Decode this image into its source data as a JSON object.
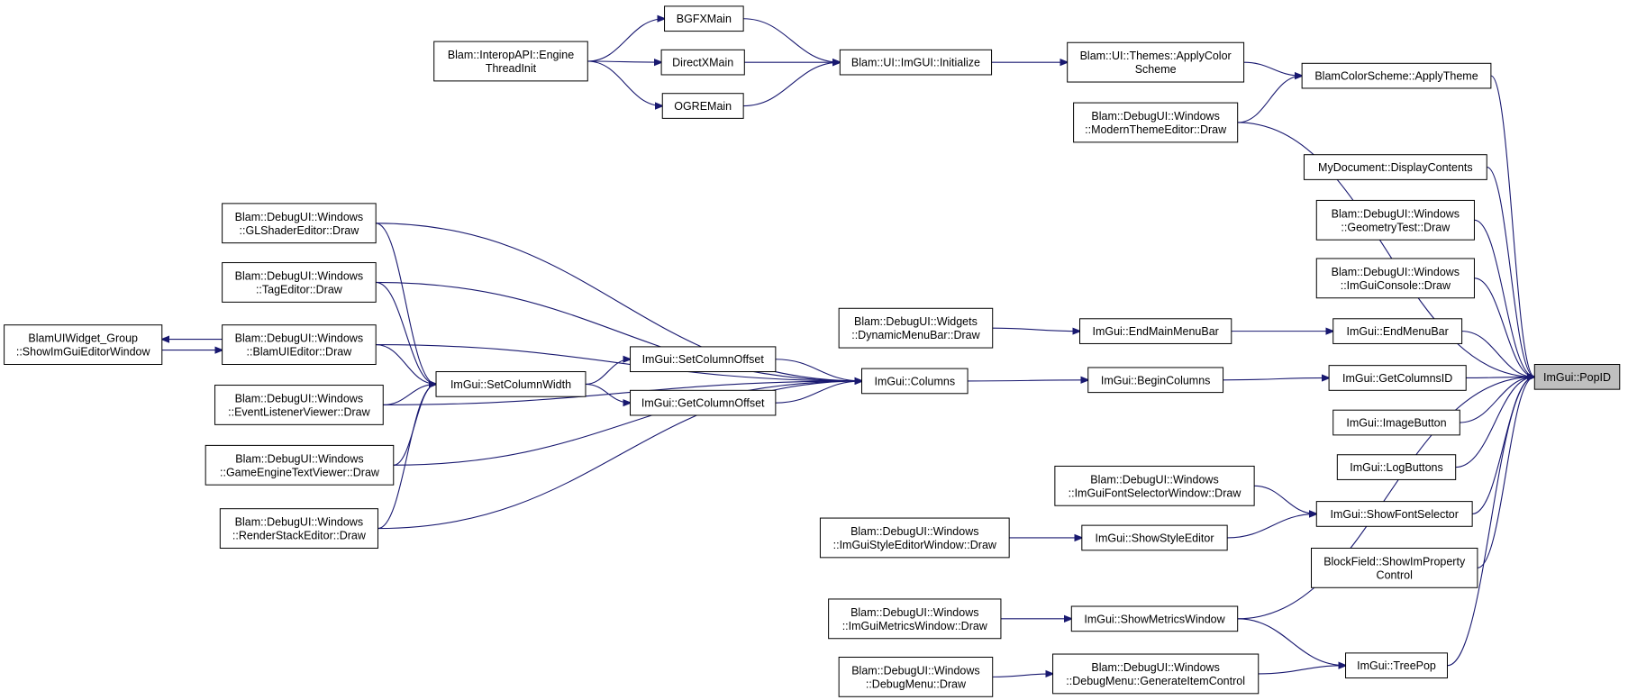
{
  "diagram": {
    "nodes": [
      {
        "id": "popid",
        "label": [
          "ImGui::PopID"
        ],
        "highlight": true
      },
      {
        "id": "engine",
        "label": [
          "Blam::InteropAPI::Engine",
          "ThreadInit"
        ]
      },
      {
        "id": "bgfx",
        "label": [
          "BGFXMain"
        ]
      },
      {
        "id": "dx",
        "label": [
          "DirectXMain"
        ]
      },
      {
        "id": "ogre",
        "label": [
          "OGREMain"
        ]
      },
      {
        "id": "init",
        "label": [
          "Blam::UI::ImGUI::Initialize"
        ]
      },
      {
        "id": "applycolor",
        "label": [
          "Blam::UI::Themes::ApplyColor",
          "Scheme"
        ]
      },
      {
        "id": "applytheme",
        "label": [
          "BlamColorScheme::ApplyTheme"
        ]
      },
      {
        "id": "modern",
        "label": [
          "Blam::DebugUI::Windows",
          "::ModernThemeEditor::Draw"
        ]
      },
      {
        "id": "mydoc",
        "label": [
          "MyDocument::DisplayContents"
        ]
      },
      {
        "id": "geomtest",
        "label": [
          "Blam::DebugUI::Windows",
          "::GeometryTest::Draw"
        ]
      },
      {
        "id": "console",
        "label": [
          "Blam::DebugUI::Windows",
          "::ImGuiConsole::Draw"
        ]
      },
      {
        "id": "glshader",
        "label": [
          "Blam::DebugUI::Windows",
          "::GLShaderEditor::Draw"
        ]
      },
      {
        "id": "tageditor",
        "label": [
          "Blam::DebugUI::Windows",
          "::TagEditor::Draw"
        ]
      },
      {
        "id": "widgetgroup",
        "label": [
          "BlamUIWidget_Group",
          "::ShowImGuiEditorWindow"
        ]
      },
      {
        "id": "blamui",
        "label": [
          "Blam::DebugUI::Windows",
          "::BlamUIEditor::Draw"
        ]
      },
      {
        "id": "eventlist",
        "label": [
          "Blam::DebugUI::Windows",
          "::EventListenerViewer::Draw"
        ]
      },
      {
        "id": "gametext",
        "label": [
          "Blam::DebugUI::Windows",
          "::GameEngineTextViewer::Draw"
        ]
      },
      {
        "id": "renderstack",
        "label": [
          "Blam::DebugUI::Windows",
          "::RenderStackEditor::Draw"
        ]
      },
      {
        "id": "setcolwidth",
        "label": [
          "ImGui::SetColumnWidth"
        ]
      },
      {
        "id": "setcoloffset",
        "label": [
          "ImGui::SetColumnOffset"
        ]
      },
      {
        "id": "getcoloffset",
        "label": [
          "ImGui::GetColumnOffset"
        ]
      },
      {
        "id": "columns",
        "label": [
          "ImGui::Columns"
        ]
      },
      {
        "id": "dynmenu",
        "label": [
          "Blam::DebugUI::Widgets",
          "::DynamicMenuBar::Draw"
        ]
      },
      {
        "id": "endmainmenu",
        "label": [
          "ImGui::EndMainMenuBar"
        ]
      },
      {
        "id": "endmenu",
        "label": [
          "ImGui::EndMenuBar"
        ]
      },
      {
        "id": "begincolumns",
        "label": [
          "ImGui::BeginColumns"
        ]
      },
      {
        "id": "getcolid",
        "label": [
          "ImGui::GetColumnsID"
        ]
      },
      {
        "id": "imagebutton",
        "label": [
          "ImGui::ImageButton"
        ]
      },
      {
        "id": "logbuttons",
        "label": [
          "ImGui::LogButtons"
        ]
      },
      {
        "id": "fontselwin",
        "label": [
          "Blam::DebugUI::Windows",
          "::ImGuiFontSelectorWindow::Draw"
        ]
      },
      {
        "id": "showfontsel",
        "label": [
          "ImGui::ShowFontSelector"
        ]
      },
      {
        "id": "styleeditwin",
        "label": [
          "Blam::DebugUI::Windows",
          "::ImGuiStyleEditorWindow::Draw"
        ]
      },
      {
        "id": "showstyle",
        "label": [
          "ImGui::ShowStyleEditor"
        ]
      },
      {
        "id": "blockfield",
        "label": [
          "BlockField::ShowImProperty",
          "Control"
        ]
      },
      {
        "id": "metricswin",
        "label": [
          "Blam::DebugUI::Windows",
          "::ImGuiMetricsWindow::Draw"
        ]
      },
      {
        "id": "showmetrics",
        "label": [
          "ImGui::ShowMetricsWindow"
        ]
      },
      {
        "id": "debugmenu",
        "label": [
          "Blam::DebugUI::Windows",
          "::DebugMenu::Draw"
        ]
      },
      {
        "id": "genitem",
        "label": [
          "Blam::DebugUI::Windows",
          "::DebugMenu::GenerateItemControl"
        ]
      },
      {
        "id": "treepop",
        "label": [
          "ImGui::TreePop"
        ]
      }
    ],
    "edges": [
      {
        "from": "engine",
        "to": "bgfx"
      },
      {
        "from": "engine",
        "to": "dx"
      },
      {
        "from": "engine",
        "to": "ogre"
      },
      {
        "from": "bgfx",
        "to": "init"
      },
      {
        "from": "dx",
        "to": "init"
      },
      {
        "from": "ogre",
        "to": "init"
      },
      {
        "from": "init",
        "to": "applycolor"
      },
      {
        "from": "applycolor",
        "to": "applytheme"
      },
      {
        "from": "modern",
        "to": "applytheme"
      },
      {
        "from": "applytheme",
        "to": "popid"
      },
      {
        "from": "modern",
        "to": "popid"
      },
      {
        "from": "mydoc",
        "to": "popid"
      },
      {
        "from": "geomtest",
        "to": "popid"
      },
      {
        "from": "console",
        "to": "popid"
      },
      {
        "from": "glshader",
        "to": "setcolwidth"
      },
      {
        "from": "tageditor",
        "to": "setcolwidth"
      },
      {
        "from": "blamui",
        "to": "setcolwidth"
      },
      {
        "from": "eventlist",
        "to": "setcolwidth"
      },
      {
        "from": "gametext",
        "to": "setcolwidth"
      },
      {
        "from": "renderstack",
        "to": "setcolwidth"
      },
      {
        "from": "widgetgroup",
        "to": "blamui"
      },
      {
        "from": "blamui",
        "to": "widgetgroup"
      },
      {
        "from": "setcolwidth",
        "to": "setcoloffset"
      },
      {
        "from": "setcolwidth",
        "to": "getcoloffset"
      },
      {
        "from": "setcoloffset",
        "to": "columns"
      },
      {
        "from": "getcoloffset",
        "to": "columns"
      },
      {
        "from": "glshader",
        "to": "columns"
      },
      {
        "from": "tageditor",
        "to": "columns"
      },
      {
        "from": "blamui",
        "to": "columns"
      },
      {
        "from": "eventlist",
        "to": "columns"
      },
      {
        "from": "gametext",
        "to": "columns"
      },
      {
        "from": "renderstack",
        "to": "columns"
      },
      {
        "from": "columns",
        "to": "begincolumns"
      },
      {
        "from": "dynmenu",
        "to": "endmainmenu"
      },
      {
        "from": "endmainmenu",
        "to": "endmenu"
      },
      {
        "from": "endmenu",
        "to": "popid"
      },
      {
        "from": "begincolumns",
        "to": "getcolid"
      },
      {
        "from": "getcolid",
        "to": "popid"
      },
      {
        "from": "imagebutton",
        "to": "popid"
      },
      {
        "from": "logbuttons",
        "to": "popid"
      },
      {
        "from": "fontselwin",
        "to": "showfontsel"
      },
      {
        "from": "styleeditwin",
        "to": "showstyle"
      },
      {
        "from": "showstyle",
        "to": "showfontsel"
      },
      {
        "from": "showfontsel",
        "to": "popid"
      },
      {
        "from": "blockfield",
        "to": "popid"
      },
      {
        "from": "metricswin",
        "to": "showmetrics"
      },
      {
        "from": "showmetrics",
        "to": "popid"
      },
      {
        "from": "showmetrics",
        "to": "treepop"
      },
      {
        "from": "debugmenu",
        "to": "genitem"
      },
      {
        "from": "genitem",
        "to": "treepop"
      },
      {
        "from": "treepop",
        "to": "popid"
      }
    ]
  }
}
